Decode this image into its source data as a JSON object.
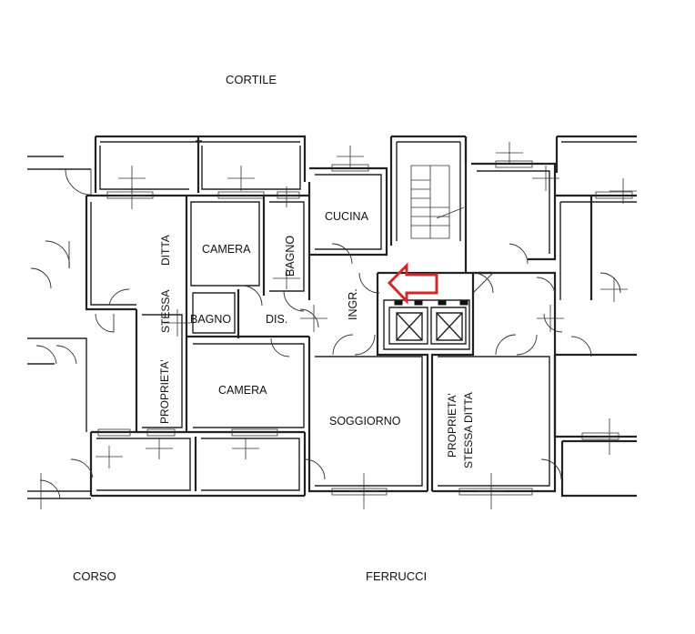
{
  "top_street": "CORTILE",
  "bottom_street_left": "CORSO",
  "bottom_street_right": "FERRUCCI",
  "rooms": {
    "cucina": "CUCINA",
    "camera_top": "CAMERA",
    "bagno_right": "BAGNO",
    "bagno_left": "BAGNO",
    "dis": "DIS.",
    "ingr": "INGR.",
    "camera_bottom": "CAMERA",
    "soggiorno": "SOGGIORNO"
  },
  "neighbors": {
    "left_top": "DITTA",
    "left_mid": "STESSA",
    "left_bottom": "PROPRIETA'",
    "right_line1": "PROPRIETA'",
    "right_line2": "STESSA DITTA"
  },
  "colors": {
    "walls": "#222222",
    "arrow": "#d12a2a"
  },
  "arrow_icon": "entrance-arrow-icon"
}
